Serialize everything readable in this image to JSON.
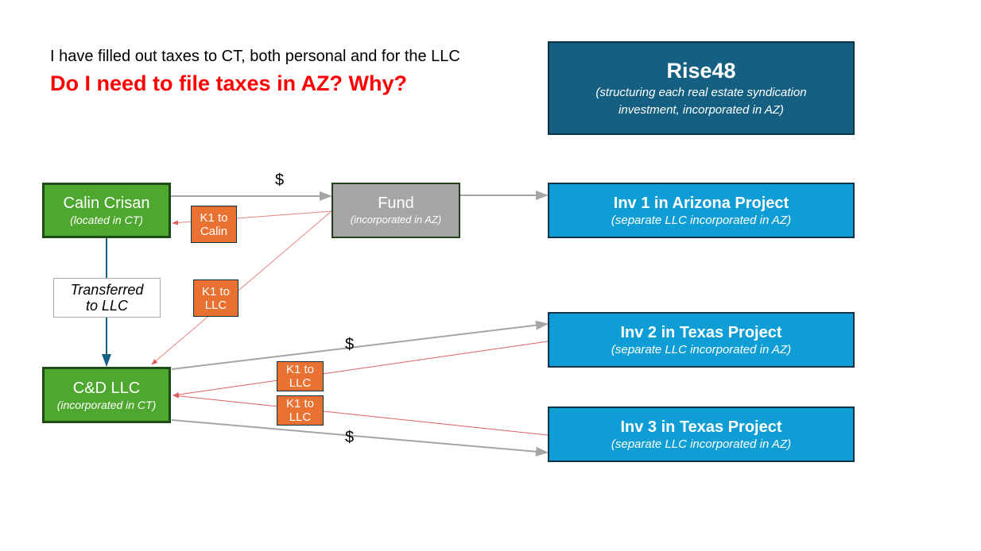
{
  "header": {
    "line1": "I have filled out taxes to CT, both personal and for the LLC",
    "question": "Do I need to file taxes in AZ? Why?"
  },
  "rise48": {
    "title": "Rise48",
    "subtitle": "(structuring each real estate syndication investment, incorporated in AZ)"
  },
  "calin": {
    "title": "Calin Crisan",
    "subtitle": "(located in CT)"
  },
  "fund": {
    "title": "Fund",
    "subtitle": "(incorporated in AZ)"
  },
  "llc": {
    "title": "C&D LLC",
    "subtitle": "(incorporated in CT)"
  },
  "transfer": {
    "line1": "Transferred",
    "line2": "to LLC"
  },
  "inv": [
    {
      "title": "Inv 1 in Arizona Project",
      "subtitle": "(separate LLC incorporated in AZ)"
    },
    {
      "title": "Inv 2 in Texas Project",
      "subtitle": "(separate LLC incorporated in AZ)"
    },
    {
      "title": "Inv 3 in Texas Project",
      "subtitle": "(separate LLC incorporated in AZ)"
    }
  ],
  "k1": [
    {
      "l1": "K1 to",
      "l2": "Calin"
    },
    {
      "l1": "K1 to",
      "l2": "LLC"
    },
    {
      "l1": "K1 to",
      "l2": "LLC"
    },
    {
      "l1": "K1 to",
      "l2": "LLC"
    }
  ],
  "money": "$",
  "colors": {
    "green": "#4ea72e",
    "gray": "#a5a5a5",
    "blue": "#0e9ed5",
    "navy": "#156082",
    "orange": "#e97132",
    "red": "#ff0000"
  }
}
